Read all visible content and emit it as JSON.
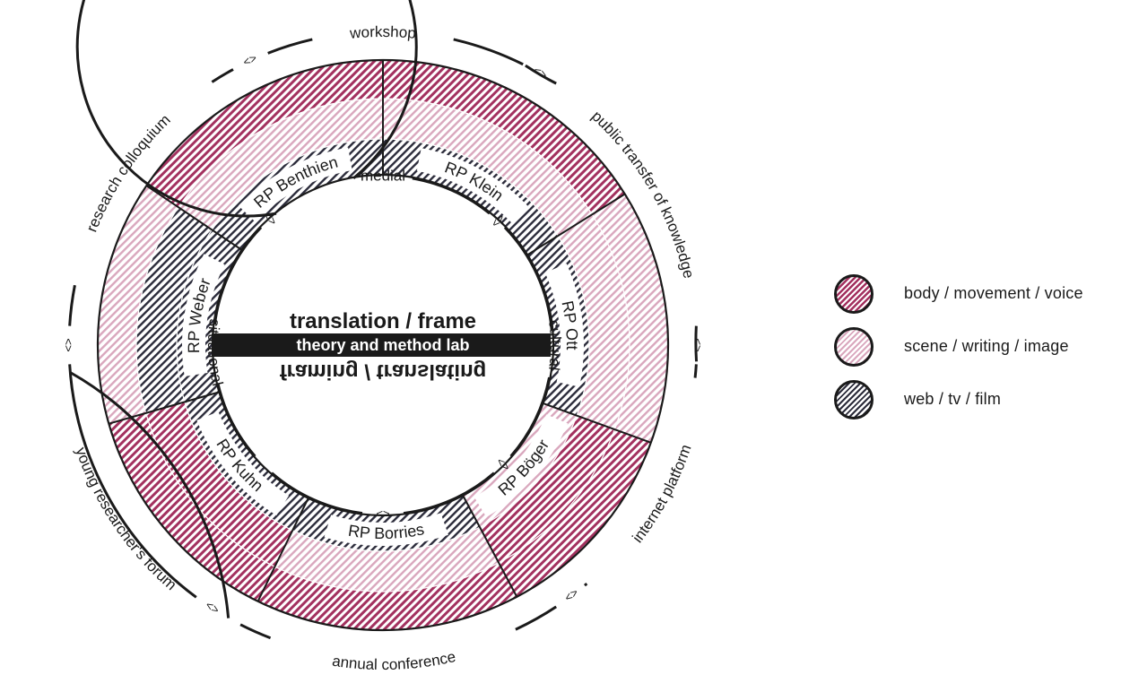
{
  "center": {
    "title": "translation / frame",
    "band": "theory and method lab",
    "mirrored": "framing / translating"
  },
  "inner_circle": {
    "labels": [
      "medial",
      "cultural",
      "situational"
    ],
    "connector": "<>"
  },
  "projects": [
    "RP Klein",
    "RP Ott",
    "RP Böger",
    "RP Borries",
    "RP Kuhn",
    "RP Weber",
    "RP Benthien"
  ],
  "outer_ring": {
    "labels": [
      "workshop",
      "public transfer of knowledge",
      "internet platform",
      "annual conference",
      "young researcher's forum",
      "research colloquium"
    ],
    "connector": "<>"
  },
  "legend": [
    {
      "label": "body / movement / voice",
      "color": "#a3315f"
    },
    {
      "label": "scene / writing / image",
      "color": "#d9a7bd"
    },
    {
      "label": "web / tv / film",
      "color": "#2b2b3a"
    }
  ],
  "colors": {
    "body": "#a3315f",
    "scene": "#d9a7bd",
    "web": "#2b2b3a",
    "ink": "#1a1a1a"
  }
}
